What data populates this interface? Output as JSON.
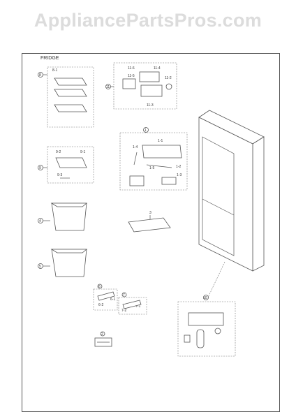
{
  "watermark": "AppliancePartsPros.com",
  "section_label": "FRIDGE",
  "callouts": {
    "shelves_group": "8",
    "shelf_sub": "8-1",
    "shelf_group2": "9",
    "shelf2_a": "9-2",
    "shelf2_b": "9-1",
    "shelf2_c": "9-3",
    "drawer_a": "4",
    "drawer_b": "5",
    "icebox_group": "11",
    "icebox_a": "11-4",
    "icebox_b": "11-6",
    "icebox_c": "11-5",
    "icebox_d": "11-2",
    "icebox_e": "11-3",
    "panel_group": "1",
    "panel_a": "1-1",
    "panel_b": "1-4",
    "panel_c": "1-2",
    "panel_d": "1-3",
    "panel_e": "1-5",
    "filter": "3",
    "rail_a": "6",
    "rail_a1": "6-2",
    "rail_a2": "6-1",
    "rail_b": "7",
    "rail_b1": "7-2",
    "rail_b2": "7-1",
    "knob": "2",
    "dispenser": "10"
  }
}
